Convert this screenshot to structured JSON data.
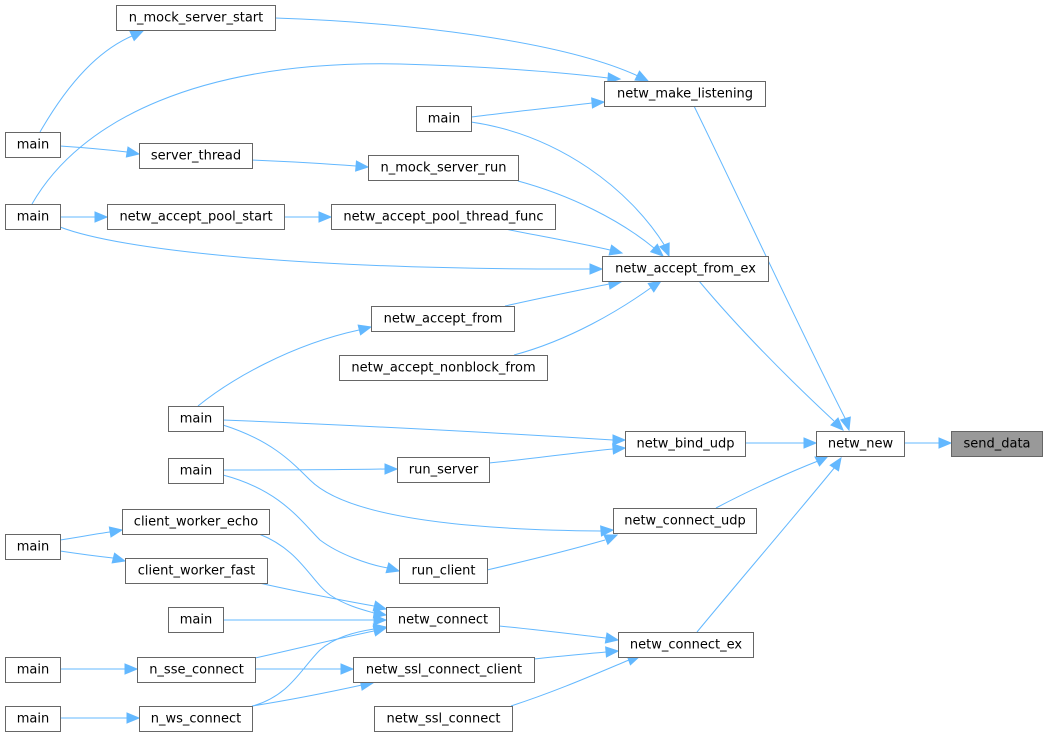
{
  "diagram": {
    "title": "send_data caller graph",
    "edge_color": "#63b8ff",
    "root_fill": "#999999",
    "nodes": [
      {
        "id": "send_data",
        "label": "send_data",
        "root": true
      },
      {
        "id": "netw_new",
        "label": "netw_new"
      },
      {
        "id": "netw_make_listening",
        "label": "netw_make_listening"
      },
      {
        "id": "netw_accept_from_ex",
        "label": "netw_accept_from_ex"
      },
      {
        "id": "netw_bind_udp",
        "label": "netw_bind_udp"
      },
      {
        "id": "netw_connect_udp",
        "label": "netw_connect_udp"
      },
      {
        "id": "netw_connect_ex",
        "label": "netw_connect_ex"
      },
      {
        "id": "n_mock_server_start",
        "label": "n_mock_server_start"
      },
      {
        "id": "main_a",
        "label": "main"
      },
      {
        "id": "main_b",
        "label": "main"
      },
      {
        "id": "main_c",
        "label": "main"
      },
      {
        "id": "server_thread",
        "label": "server_thread"
      },
      {
        "id": "n_mock_server_run",
        "label": "n_mock_server_run"
      },
      {
        "id": "netw_accept_pool_start",
        "label": "netw_accept_pool_start"
      },
      {
        "id": "netw_accept_pool_thread_func",
        "label": "netw_accept_pool_thread_func"
      },
      {
        "id": "netw_accept_from",
        "label": "netw_accept_from"
      },
      {
        "id": "netw_accept_nonblock_from",
        "label": "netw_accept_nonblock_from"
      },
      {
        "id": "main_d",
        "label": "main"
      },
      {
        "id": "main_e",
        "label": "main"
      },
      {
        "id": "run_server",
        "label": "run_server"
      },
      {
        "id": "run_client",
        "label": "run_client"
      },
      {
        "id": "main_f",
        "label": "main"
      },
      {
        "id": "client_worker_echo",
        "label": "client_worker_echo"
      },
      {
        "id": "client_worker_fast",
        "label": "client_worker_fast"
      },
      {
        "id": "main_g",
        "label": "main"
      },
      {
        "id": "netw_connect",
        "label": "netw_connect"
      },
      {
        "id": "main_h",
        "label": "main"
      },
      {
        "id": "n_sse_connect",
        "label": "n_sse_connect"
      },
      {
        "id": "netw_ssl_connect_client",
        "label": "netw_ssl_connect_client"
      },
      {
        "id": "main_i",
        "label": "main"
      },
      {
        "id": "n_ws_connect",
        "label": "n_ws_connect"
      },
      {
        "id": "netw_ssl_connect",
        "label": "netw_ssl_connect"
      }
    ],
    "edges": [
      {
        "from": "netw_new",
        "to": "send_data"
      },
      {
        "from": "netw_make_listening",
        "to": "netw_new"
      },
      {
        "from": "netw_accept_from_ex",
        "to": "netw_new"
      },
      {
        "from": "netw_bind_udp",
        "to": "netw_new"
      },
      {
        "from": "netw_connect_udp",
        "to": "netw_new"
      },
      {
        "from": "netw_connect_ex",
        "to": "netw_new"
      },
      {
        "from": "n_mock_server_start",
        "to": "netw_make_listening"
      },
      {
        "from": "main_b",
        "to": "netw_make_listening"
      },
      {
        "from": "main_c",
        "to": "netw_make_listening"
      },
      {
        "from": "main_a",
        "to": "n_mock_server_start"
      },
      {
        "from": "main_a",
        "to": "server_thread"
      },
      {
        "from": "server_thread",
        "to": "n_mock_server_run"
      },
      {
        "from": "main_b",
        "to": "netw_accept_pool_start"
      },
      {
        "from": "netw_accept_pool_start",
        "to": "netw_accept_pool_thread_func"
      },
      {
        "from": "main_c",
        "to": "netw_accept_from_ex"
      },
      {
        "from": "n_mock_server_run",
        "to": "netw_accept_from_ex"
      },
      {
        "from": "netw_accept_pool_thread_func",
        "to": "netw_accept_from_ex"
      },
      {
        "from": "main_b",
        "to": "netw_accept_from_ex"
      },
      {
        "from": "netw_accept_from",
        "to": "netw_accept_from_ex"
      },
      {
        "from": "netw_accept_nonblock_from",
        "to": "netw_accept_from_ex"
      },
      {
        "from": "main_d",
        "to": "netw_accept_from"
      },
      {
        "from": "main_d",
        "to": "netw_bind_udp"
      },
      {
        "from": "run_server",
        "to": "netw_bind_udp"
      },
      {
        "from": "main_e",
        "to": "run_server"
      },
      {
        "from": "main_d",
        "to": "netw_connect_udp"
      },
      {
        "from": "run_client",
        "to": "netw_connect_udp"
      },
      {
        "from": "main_e",
        "to": "run_client"
      },
      {
        "from": "main_f",
        "to": "client_worker_echo"
      },
      {
        "from": "main_f",
        "to": "client_worker_fast"
      },
      {
        "from": "client_worker_echo",
        "to": "netw_connect"
      },
      {
        "from": "client_worker_fast",
        "to": "netw_connect"
      },
      {
        "from": "main_g",
        "to": "netw_connect"
      },
      {
        "from": "n_sse_connect",
        "to": "netw_connect"
      },
      {
        "from": "n_ws_connect",
        "to": "netw_connect"
      },
      {
        "from": "main_h",
        "to": "n_sse_connect"
      },
      {
        "from": "n_sse_connect",
        "to": "netw_ssl_connect_client"
      },
      {
        "from": "n_ws_connect",
        "to": "netw_ssl_connect_client"
      },
      {
        "from": "main_i",
        "to": "n_ws_connect"
      },
      {
        "from": "netw_connect",
        "to": "netw_connect_ex"
      },
      {
        "from": "netw_ssl_connect_client",
        "to": "netw_connect_ex"
      },
      {
        "from": "netw_ssl_connect",
        "to": "netw_connect_ex"
      }
    ]
  }
}
